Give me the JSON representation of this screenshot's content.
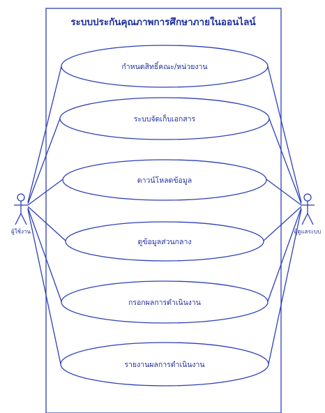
{
  "system": {
    "title": "ระบบประกันคุณภาพการศึกษาภายในออนไลน์"
  },
  "use_cases": [
    {
      "label": "กำหนดสิทธิ์คณะ/หน่วยงาน"
    },
    {
      "label": "ระบบจัดเก็บเอกสาร"
    },
    {
      "label": "ดาวน์โหลดข้อมูล"
    },
    {
      "label": "ดูข้อมูลส่วนกลาง"
    },
    {
      "label": "กรอกผลการดำเนินงาน"
    },
    {
      "label": "รายงานผลการดำเนินงาน"
    }
  ],
  "actors": {
    "left": {
      "label": "ผู้ใช้งาน"
    },
    "right": {
      "label": "ผู้ดูแลระบบ"
    }
  },
  "colors": {
    "line": "#2c3fb6",
    "text": "#1f2f9e"
  }
}
